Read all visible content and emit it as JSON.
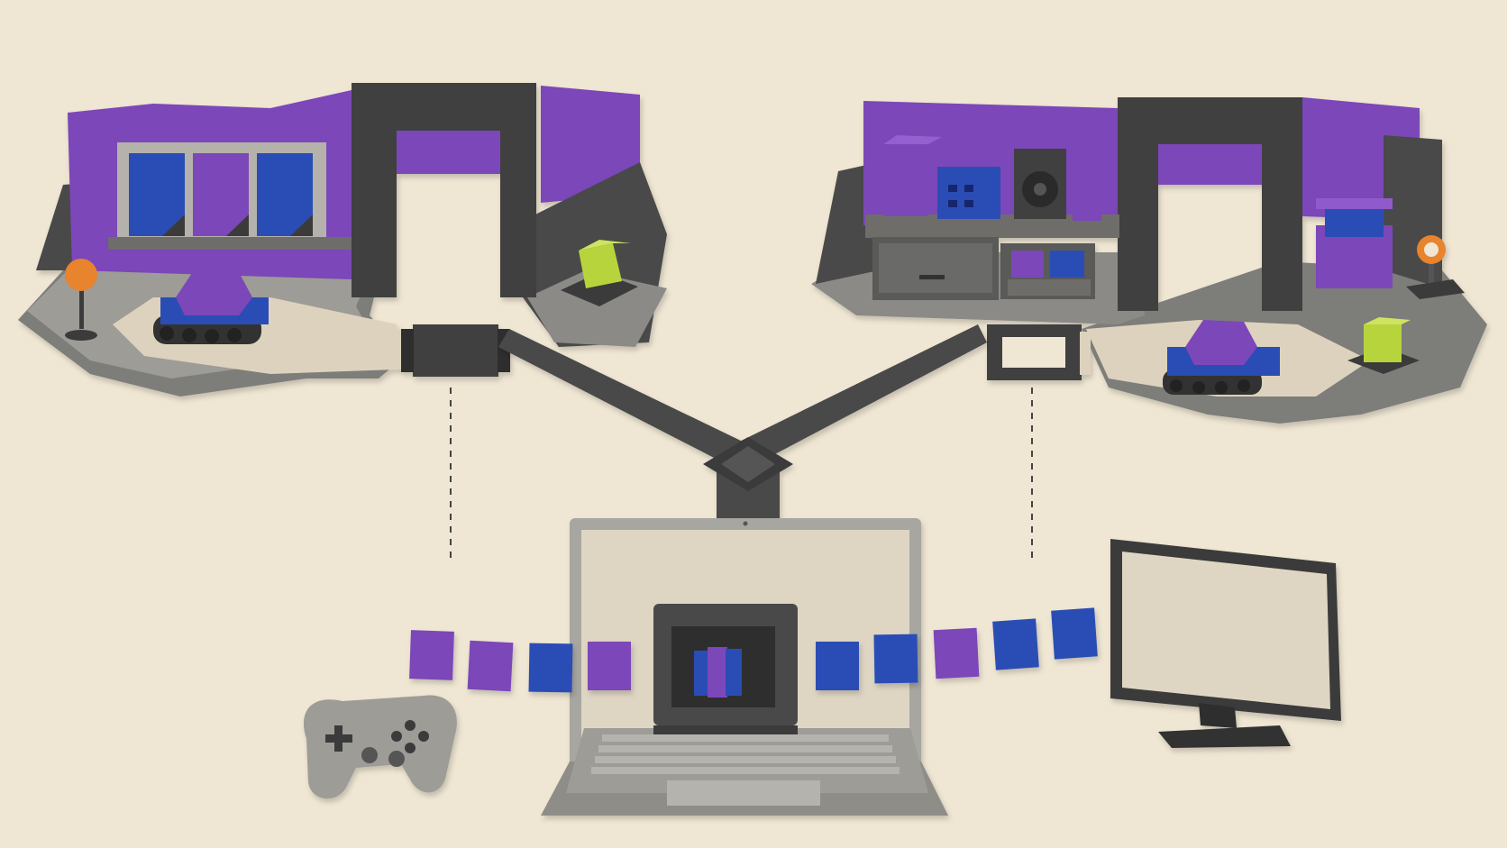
{
  "scene": {
    "description_visible_text": "",
    "palette": {
      "background": "#efe6d3",
      "dark_gray": "#4a4a4a",
      "darker_gray": "#3a3a3a",
      "mid_gray": "#7d7d7a",
      "light_gray": "#a7a6a1",
      "sand": "#ddd2bd",
      "purple": "#7b46b8",
      "blue": "#2a4db5",
      "lime": "#b8d43c",
      "orange": "#e8832e",
      "screen": "#ded5c3"
    },
    "left_world": {
      "panels": [
        "blue-panel",
        "purple-panel",
        "blue-panel"
      ],
      "has_tank": true,
      "has_cube": true,
      "has_sign": true
    },
    "right_world": {
      "shelf_items": [
        "purple-box",
        "blue-box",
        "speaker-box",
        "purple-box-small"
      ],
      "has_tank": true,
      "has_cube": true,
      "has_target": true
    },
    "tiles": [
      "purple",
      "purple",
      "blue",
      "purple",
      "blue",
      "blue",
      "purple",
      "blue",
      "blue"
    ],
    "devices": [
      "gamepad",
      "laptop",
      "monitor"
    ]
  }
}
